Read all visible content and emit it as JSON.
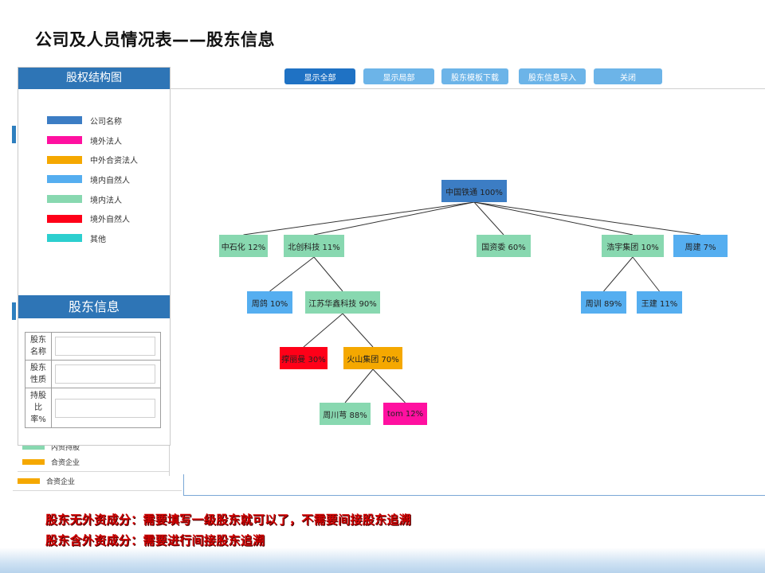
{
  "slide": {
    "title": "公司及人员情况表——股东信息"
  },
  "colors": {
    "company": "#3c7dc4",
    "foreign_legal": "#ff10a0",
    "sino_foreign": "#f5a800",
    "domestic_natural": "#55aef0",
    "domestic_legal": "#88d8b0",
    "foreign_natural": "#ff0018",
    "other": "#2ccfcf",
    "panel_header": "#2e75b6"
  },
  "left_panel": {
    "structure_title": "股权结构图",
    "legend": [
      {
        "label": "公司名称",
        "color": "#3c7dc4"
      },
      {
        "label": "境外法人",
        "color": "#ff10a0"
      },
      {
        "label": "中外合资法人",
        "color": "#f5a800"
      },
      {
        "label": "境内自然人",
        "color": "#55aef0"
      },
      {
        "label": "境内法人",
        "color": "#88d8b0"
      },
      {
        "label": "境外自然人",
        "color": "#ff0018"
      },
      {
        "label": "其他",
        "color": "#2ccfcf"
      }
    ],
    "info_title": "股东信息",
    "fields": [
      {
        "label_line1": "股东",
        "label_line2": "名称",
        "label_line3": "",
        "value": ""
      },
      {
        "label_line1": "股东",
        "label_line2": "性质",
        "label_line3": "",
        "value": ""
      },
      {
        "label_line1": "持股",
        "label_line2": "比",
        "label_line3": "率%",
        "value": ""
      }
    ],
    "ghost_rows": [
      {
        "label": "内资持股",
        "color": "#88d8b0"
      },
      {
        "label": "合资企业",
        "color": "#f5a800"
      },
      {
        "label": "合资企业",
        "color": "#f5a800"
      }
    ]
  },
  "toolbar": {
    "show_all": "显示全部",
    "show_partial": "显示局部",
    "template_download": "股东模板下载",
    "import": "股东信息导入",
    "close": "关闭"
  },
  "org_chart": {
    "nodes": [
      {
        "id": "root",
        "label": "中国铁通 100%",
        "type": "company"
      },
      {
        "id": "n1",
        "label": "中石化 12%",
        "type": "domestic_legal",
        "parent": "root"
      },
      {
        "id": "n2",
        "label": "北创科技 11%",
        "type": "domestic_legal",
        "parent": "root"
      },
      {
        "id": "n3",
        "label": "国资委 60%",
        "type": "domestic_legal",
        "parent": "root"
      },
      {
        "id": "n4",
        "label": "浩宇集团 10%",
        "type": "domestic_legal",
        "parent": "root"
      },
      {
        "id": "n5",
        "label": "周建 7%",
        "type": "domestic_natural",
        "parent": "root"
      },
      {
        "id": "n6",
        "label": "周鸽 10%",
        "type": "domestic_natural",
        "parent": "n2"
      },
      {
        "id": "n7",
        "label": "江苏华鑫科技 90%",
        "type": "domestic_legal",
        "parent": "n2"
      },
      {
        "id": "n8",
        "label": "周训 89%",
        "type": "domestic_natural",
        "parent": "n4"
      },
      {
        "id": "n9",
        "label": "王建 11%",
        "type": "domestic_natural",
        "parent": "n4"
      },
      {
        "id": "n10",
        "label": "撑丽曼 30%",
        "type": "foreign_natural",
        "parent": "n7"
      },
      {
        "id": "n11",
        "label": "火山集团 70%",
        "type": "sino_foreign",
        "parent": "n7"
      },
      {
        "id": "n12",
        "label": "周川芎 88%",
        "type": "domestic_legal",
        "parent": "n11"
      },
      {
        "id": "n13",
        "label": "tom 12%",
        "type": "foreign_legal",
        "parent": "n11"
      }
    ]
  },
  "notes": {
    "line1": "股东无外资成分：需要填写一级股东就可以了，不需要间接股东追溯",
    "line2": "股东含外资成分：需要进行间接股东追溯"
  }
}
